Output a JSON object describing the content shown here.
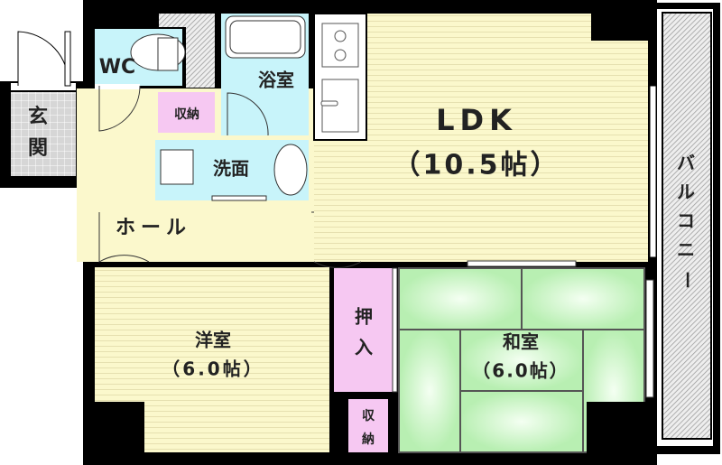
{
  "rooms": {
    "wc": "WC",
    "bathroom": "浴室",
    "storage_upper": "収納",
    "entrance": [
      "玄",
      "関"
    ],
    "washroom": "洗面",
    "ldk": "LDK",
    "ldk_size": "（10.5帖）",
    "hall": "ホール",
    "western_room": "洋室",
    "western_room_size": "（6.0帖）",
    "closet": [
      "押",
      "入"
    ],
    "storage_lower": [
      "収",
      "納"
    ],
    "japanese_room": "和室",
    "japanese_room_size": "（6.0帖）",
    "balcony": [
      "バ",
      "ル",
      "コ",
      "ニ",
      "ー"
    ]
  },
  "colors": {
    "wall": "#000000",
    "wet_area": "#c8f4fa",
    "floor_wood": "#fbf8cc",
    "storage": "#f6c8f2",
    "tatami": "#c9f3c4",
    "tile": "#d0d0d0",
    "balcony": "#e6e6e6"
  }
}
